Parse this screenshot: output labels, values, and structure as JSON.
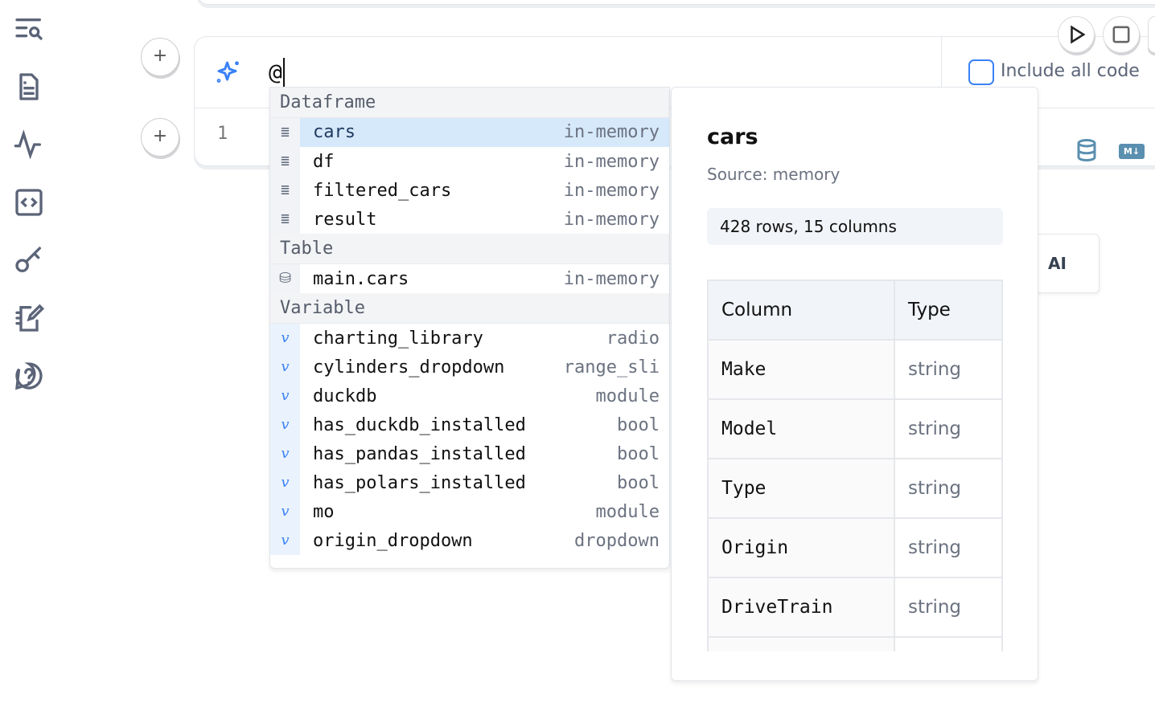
{
  "prompt": {
    "value": "@",
    "line_number": "1"
  },
  "include_all_code": {
    "label": "Include all code",
    "checked": false
  },
  "ai_button_partial": "AI",
  "autocomplete": {
    "groups": [
      {
        "label": "Dataframe",
        "items": [
          {
            "name": "cars",
            "type": "in-memory",
            "icon": "table-icon",
            "selected": true
          },
          {
            "name": "df",
            "type": "in-memory",
            "icon": "table-icon"
          },
          {
            "name": "filtered_cars",
            "type": "in-memory",
            "icon": "table-icon"
          },
          {
            "name": "result",
            "type": "in-memory",
            "icon": "table-icon"
          }
        ]
      },
      {
        "label": "Table",
        "items": [
          {
            "name": "main.cars",
            "type": "in-memory",
            "icon": "database-icon"
          }
        ]
      },
      {
        "label": "Variable",
        "items": [
          {
            "name": "charting_library",
            "type": "radio",
            "icon": "variable-icon"
          },
          {
            "name": "cylinders_dropdown",
            "type": "range_sli",
            "icon": "variable-icon"
          },
          {
            "name": "duckdb",
            "type": "module",
            "icon": "variable-icon"
          },
          {
            "name": "has_duckdb_installed",
            "type": "bool",
            "icon": "variable-icon"
          },
          {
            "name": "has_pandas_installed",
            "type": "bool",
            "icon": "variable-icon"
          },
          {
            "name": "has_polars_installed",
            "type": "bool",
            "icon": "variable-icon"
          },
          {
            "name": "mo",
            "type": "module",
            "icon": "variable-icon"
          },
          {
            "name": "origin_dropdown",
            "type": "dropdown",
            "icon": "variable-icon"
          }
        ]
      }
    ]
  },
  "detail": {
    "title": "cars",
    "source": "Source: memory",
    "summary": "428 rows, 15 columns",
    "headers": [
      "Column",
      "Type"
    ],
    "rows": [
      [
        "Make",
        "string"
      ],
      [
        "Model",
        "string"
      ],
      [
        "Type",
        "string"
      ],
      [
        "Origin",
        "string"
      ],
      [
        "DriveTrain",
        "string"
      ]
    ]
  },
  "colors": {
    "accent": "#3b82f6",
    "selected": "#d6e9fb"
  }
}
